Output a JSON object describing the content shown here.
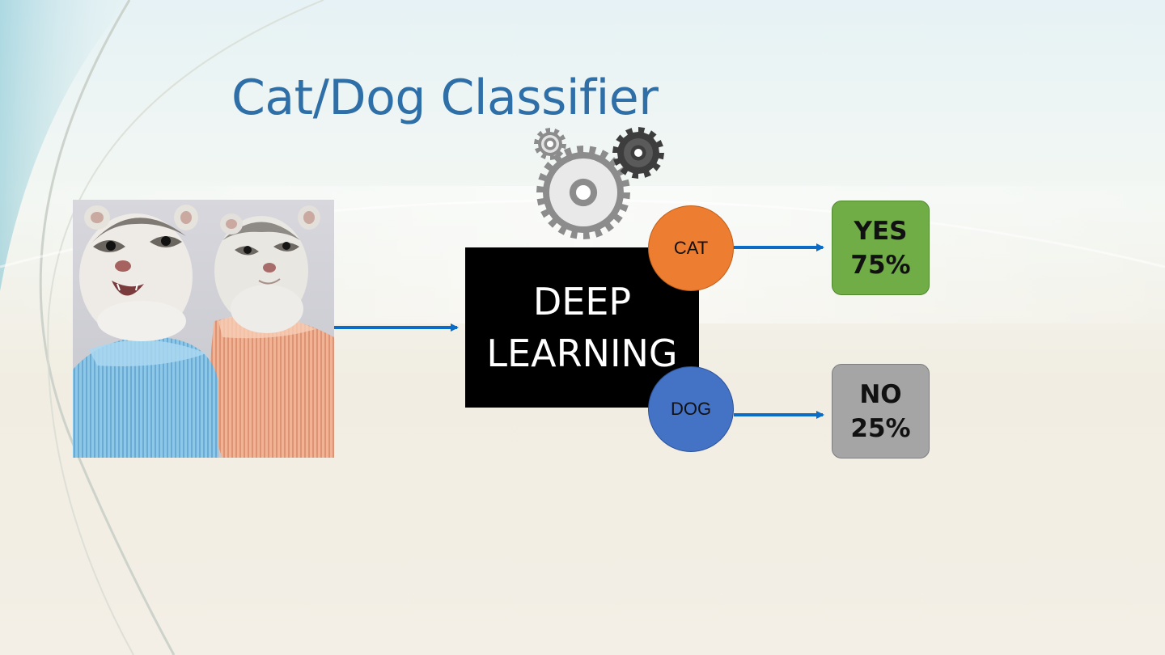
{
  "slide": {
    "title": "Cat/Dog Classifier",
    "model_label_line1": "DEEP",
    "model_label_line2": "LEARNING",
    "classes": [
      {
        "label": "CAT",
        "color": "#ed7d31"
      },
      {
        "label": "DOG",
        "color": "#4472c4"
      }
    ],
    "results": [
      {
        "line1": "YES",
        "line2": "75%",
        "color": "#70ad47",
        "probability_percent": 75
      },
      {
        "line1": "NO",
        "line2": "25%",
        "color": "#a5a5a5",
        "probability_percent": 25
      }
    ],
    "arrow_color": "#0a6cc6",
    "title_color": "#2f6fa8",
    "icons": [
      "gears-icon",
      "ferret-photo"
    ]
  }
}
